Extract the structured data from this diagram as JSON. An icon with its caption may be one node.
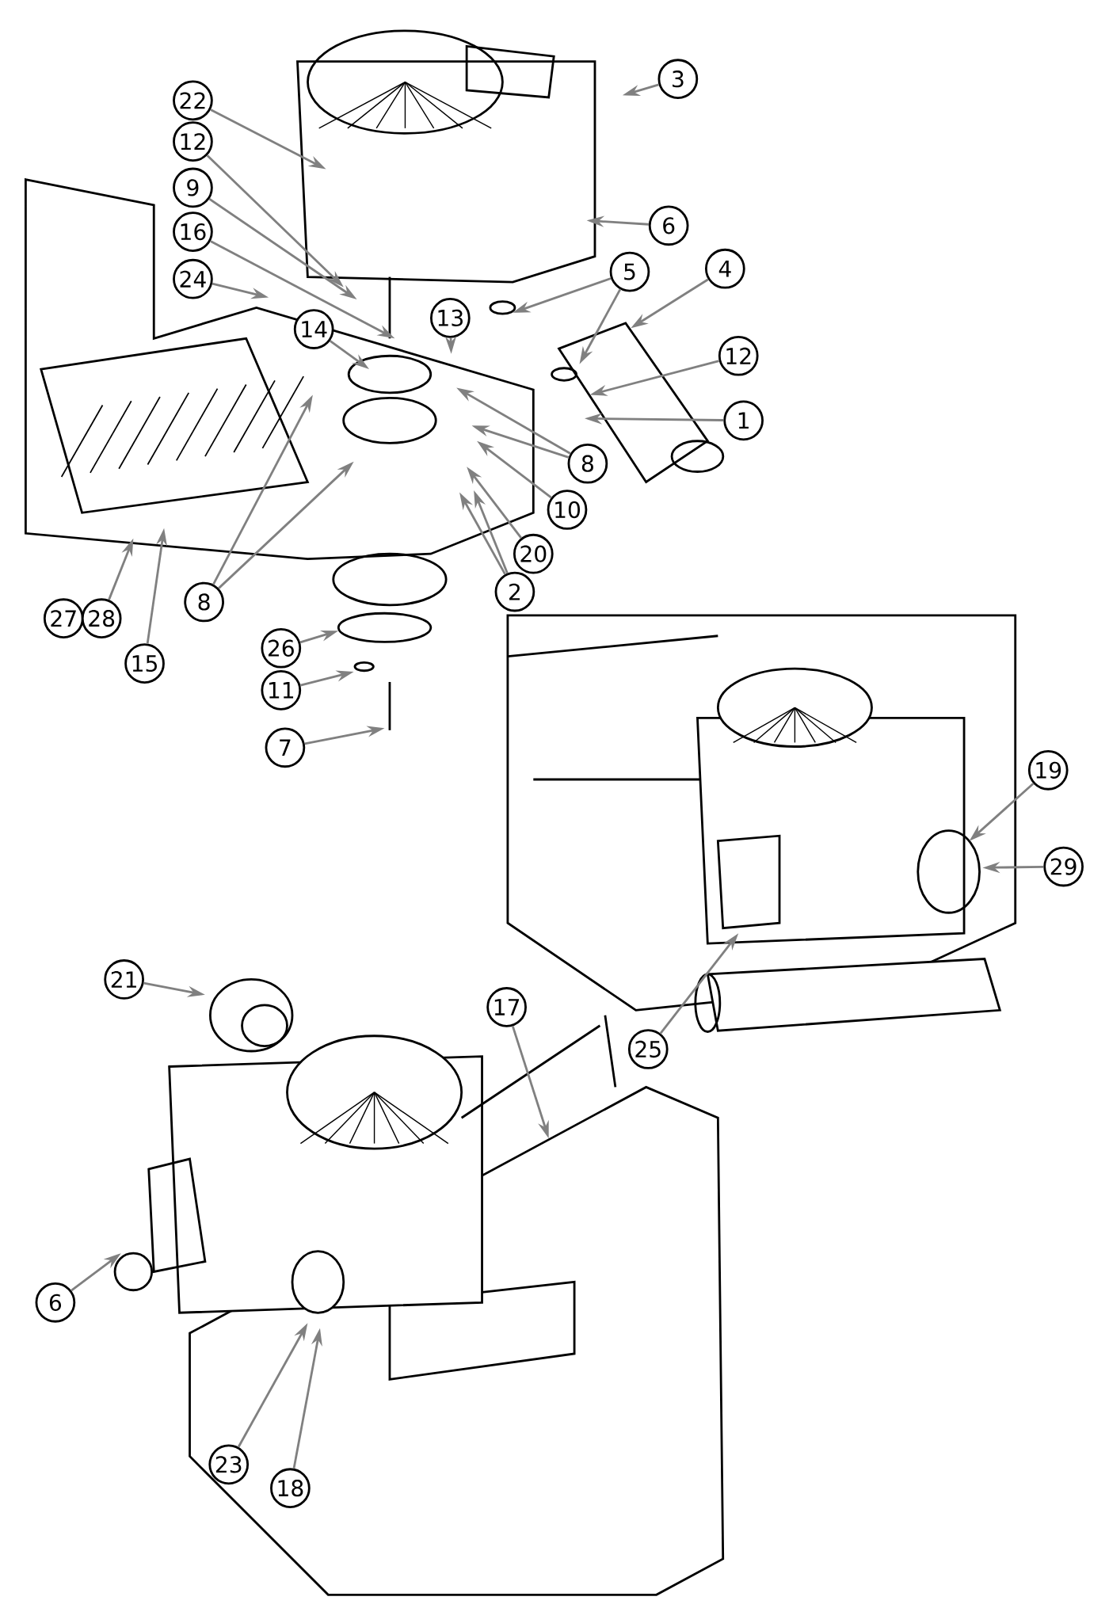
{
  "diagram": {
    "nodes": [
      {
        "text": [
          "3"
        ]
      },
      {
        "text": [
          "22"
        ]
      },
      {
        "text": [
          "12"
        ]
      },
      {
        "text": [
          "9"
        ]
      },
      {
        "text": [
          "6"
        ]
      },
      {
        "text": [
          "16"
        ]
      },
      {
        "text": [
          "4"
        ]
      },
      {
        "text": [
          "5"
        ]
      },
      {
        "text": [
          "24"
        ]
      },
      {
        "text": [
          "13"
        ]
      },
      {
        "text": [
          "14"
        ]
      },
      {
        "text": [
          "12"
        ]
      },
      {
        "text": [
          "1"
        ]
      },
      {
        "text": [
          "8"
        ]
      },
      {
        "text": [
          "10"
        ]
      },
      {
        "text": [
          "20"
        ]
      },
      {
        "text": [
          "2"
        ]
      },
      {
        "text": [
          "8"
        ]
      },
      {
        "text": [
          "27"
        ]
      },
      {
        "text": [
          "28"
        ]
      },
      {
        "text": [
          "26"
        ]
      },
      {
        "text": [
          "15"
        ]
      },
      {
        "text": [
          "11"
        ]
      },
      {
        "text": [
          "7"
        ]
      },
      {
        "text": [
          "19"
        ]
      },
      {
        "text": [
          "29"
        ]
      },
      {
        "text": [
          "21"
        ]
      },
      {
        "text": [
          "17"
        ]
      },
      {
        "text": [
          "25"
        ]
      },
      {
        "text": [
          "6"
        ]
      },
      {
        "text": [
          "23"
        ]
      },
      {
        "text": [
          "18"
        ]
      }
    ],
    "edges": [
      {
        "from": 0,
        "to": null,
        "arrow": "to"
      },
      {
        "from": 1,
        "to": null,
        "arrow": "to"
      },
      {
        "from": 2,
        "to": null,
        "arrow": "to"
      },
      {
        "from": 3,
        "to": null,
        "arrow": "to"
      },
      {
        "from": 4,
        "to": null,
        "arrow": "to"
      },
      {
        "from": 5,
        "to": null,
        "arrow": "to"
      },
      {
        "from": 6,
        "to": null,
        "arrow": "to"
      },
      {
        "from": 7,
        "to": null,
        "arrow": "to"
      },
      {
        "from": 7,
        "to": null,
        "arrow": "to"
      },
      {
        "from": 8,
        "to": null,
        "arrow": "to"
      },
      {
        "from": 9,
        "to": null,
        "arrow": "to"
      },
      {
        "from": 10,
        "to": null,
        "arrow": "to"
      },
      {
        "from": 11,
        "to": null,
        "arrow": "to"
      },
      {
        "from": 12,
        "to": null,
        "arrow": "to"
      },
      {
        "from": 13,
        "to": null,
        "arrow": "to"
      },
      {
        "from": 13,
        "to": null,
        "arrow": "to"
      },
      {
        "from": 14,
        "to": null,
        "arrow": "to"
      },
      {
        "from": 15,
        "to": null,
        "arrow": "to"
      },
      {
        "from": 16,
        "to": null,
        "arrow": "to"
      },
      {
        "from": 16,
        "to": null,
        "arrow": "to"
      },
      {
        "from": 17,
        "to": null,
        "arrow": "to"
      },
      {
        "from": 17,
        "to": null,
        "arrow": "to"
      },
      {
        "from": 19,
        "to": null,
        "arrow": "to"
      },
      {
        "from": 21,
        "to": null,
        "arrow": "to"
      },
      {
        "from": 20,
        "to": null,
        "arrow": "to"
      },
      {
        "from": 22,
        "to": null,
        "arrow": "to"
      },
      {
        "from": 23,
        "to": null,
        "arrow": "to"
      },
      {
        "from": 24,
        "to": null,
        "arrow": "to"
      },
      {
        "from": 25,
        "to": null,
        "arrow": "to"
      },
      {
        "from": 26,
        "to": null,
        "arrow": "to"
      },
      {
        "from": 27,
        "to": null,
        "arrow": "to"
      },
      {
        "from": 28,
        "to": null,
        "arrow": "to"
      },
      {
        "from": 29,
        "to": null,
        "arrow": "to"
      },
      {
        "from": 30,
        "to": null,
        "arrow": "to"
      },
      {
        "from": 31,
        "to": null,
        "arrow": "to"
      }
    ]
  }
}
